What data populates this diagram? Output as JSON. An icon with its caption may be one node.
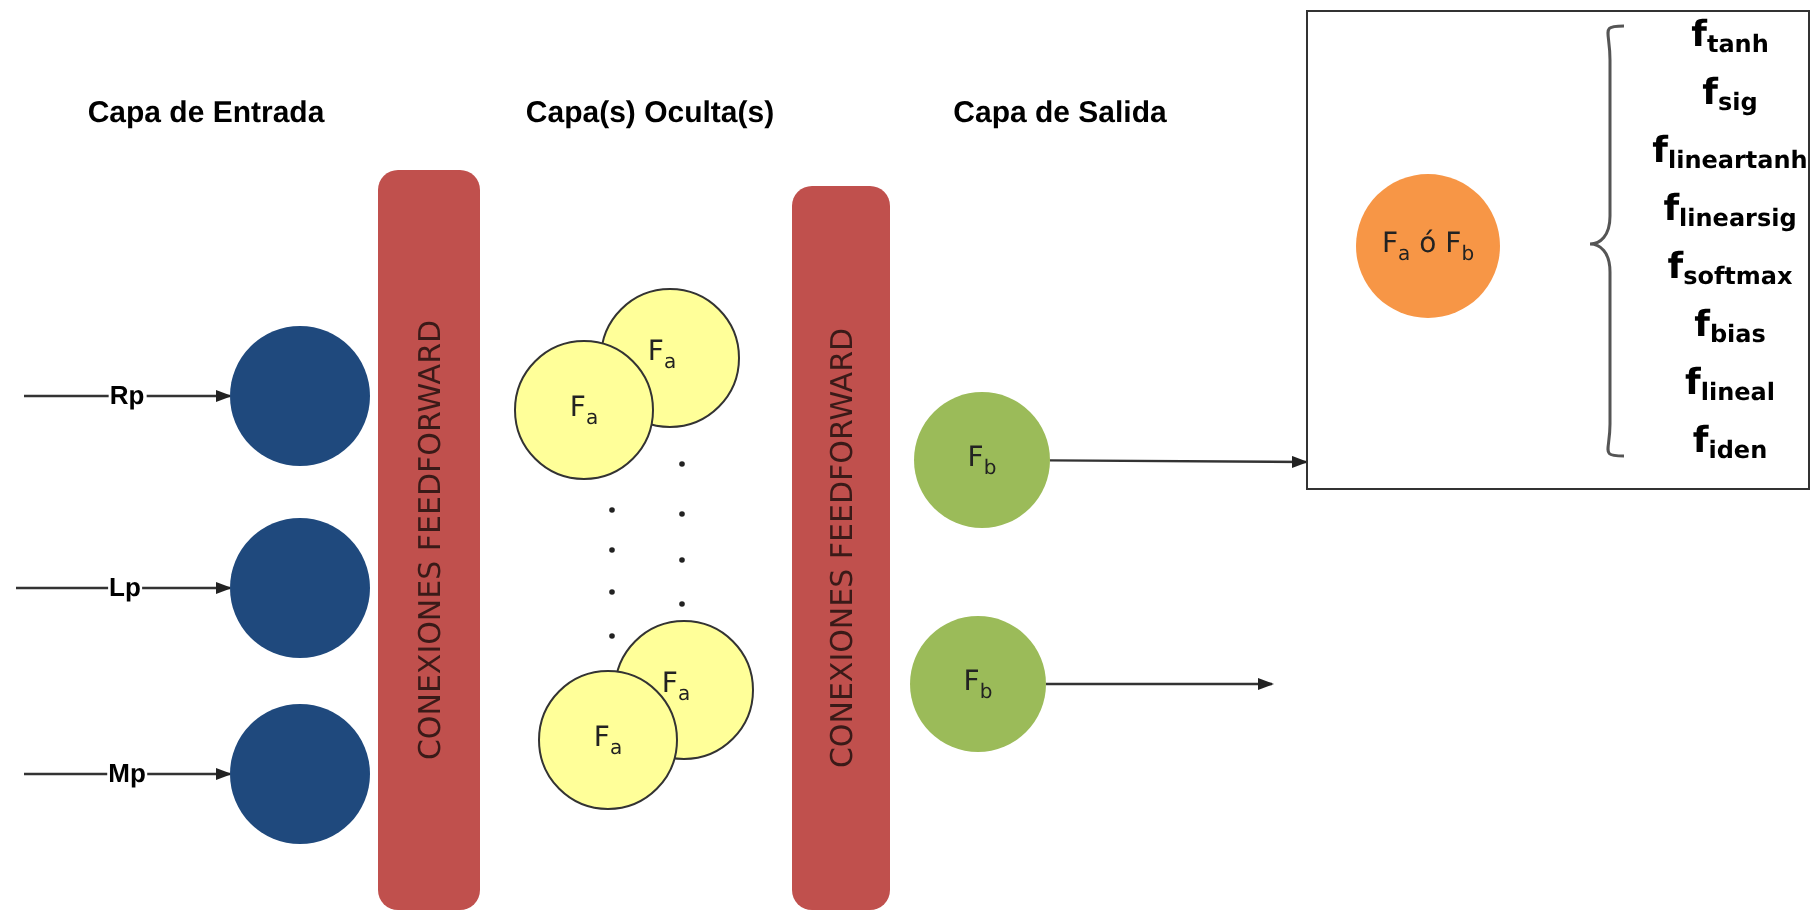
{
  "diagram": {
    "nodes": [
      {
        "text": [],
        "shape": "circle"
      },
      {
        "text": [],
        "shape": "circle"
      },
      {
        "text": [],
        "shape": "circle"
      },
      {
        "text": [
          "CONEXIONES FEEDFORWARD"
        ]
      },
      {
        "text": [
          "F$_{a}$"
        ]
      },
      {
        "text": [
          "F$_{a}$"
        ]
      },
      {
        "text": [
          "F$_{a}$"
        ]
      },
      {
        "text": [
          "F$_{a}$"
        ]
      },
      {
        "text": [
          "CONEXIONES FEEDFORWARD"
        ]
      },
      {
        "text": [
          "F$_{b}$"
        ]
      },
      {
        "text": [
          "F$_{b}$"
        ]
      },
      {
        "text": [],
        "shape": "box"
      },
      {
        "text": [
          "F$_{a}$ ó F$_{b}$"
        ],
        "in": 11
      }
    ],
    "edges": [
      {
        "from": null,
        "to": 0,
        "arrow": "to",
        "label": "Rp"
      },
      {
        "from": null,
        "to": 1,
        "arrow": "to",
        "label": "Lp"
      },
      {
        "from": null,
        "to": 2,
        "arrow": "to",
        "label": "Mp"
      },
      {
        "from": 9,
        "to": 11,
        "arrow": "to"
      },
      {
        "from": 10,
        "to": null,
        "arrow": "to"
      }
    ],
    "labels": [
      "Capa de Entrada",
      "Capa(s) Oculta(s)",
      "Capa de Salida",
      "f$_{tanh}$",
      "f$_{sig}$",
      "f$_{lineartanh}$",
      "f$_{linearsig}$",
      "f$_{softmax}$",
      "f$_{bias}$",
      "f$_{lineal}$",
      "f$_{iden}$"
    ]
  }
}
